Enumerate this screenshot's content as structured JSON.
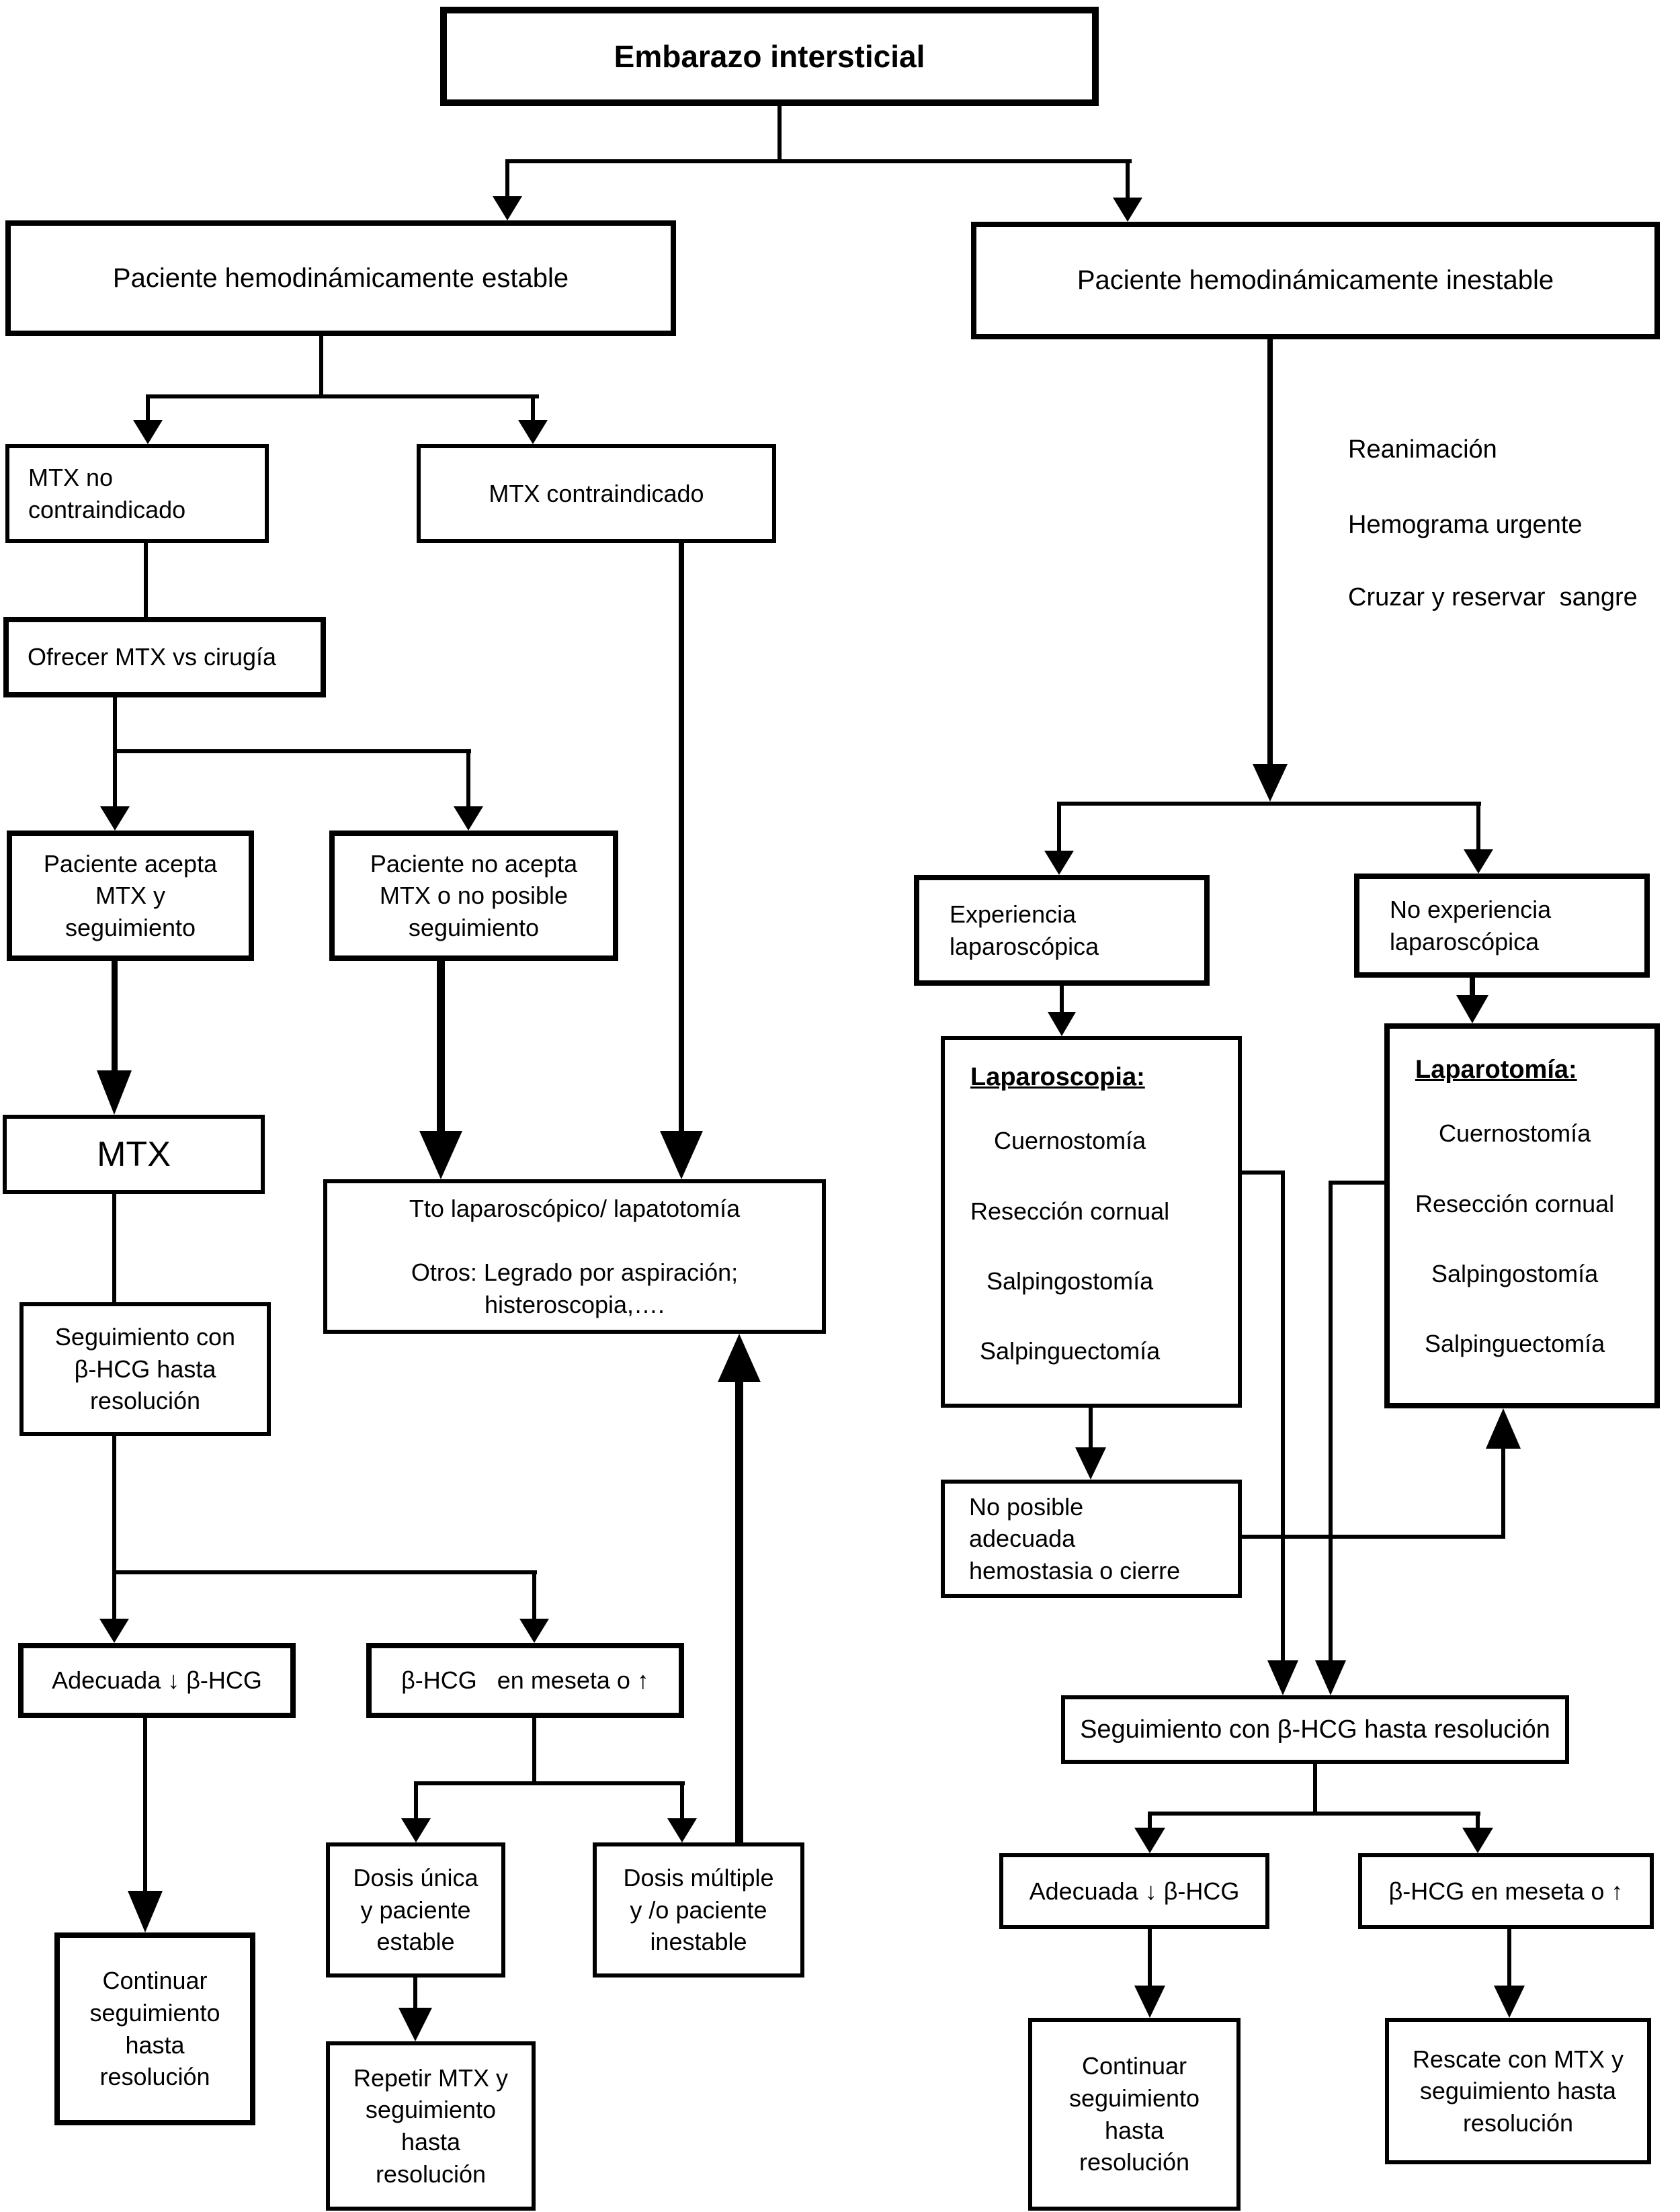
{
  "page": {
    "background": "#ffffff",
    "line_color": "#000000"
  },
  "title": {
    "label": "Embarazo intersticial"
  },
  "nodes": {
    "estable": {
      "label": "Paciente hemodinámicamente estable"
    },
    "inestable": {
      "label": "Paciente hemodinámicamente inestable"
    },
    "mtx_no_contraindicado": {
      "label": "MTX no\ncontraindicado"
    },
    "mtx_contraindicado": {
      "label": "MTX contraindicado"
    },
    "ofrecer": {
      "label": "Ofrecer MTX vs cirugía"
    },
    "acepta": {
      "label": "Paciente acepta\nMTX y\nseguimiento"
    },
    "no_acepta": {
      "label": "Paciente no acepta\nMTX o no posible\nseguimiento"
    },
    "mtx": {
      "label": "MTX"
    },
    "tto": {
      "label": "Tto laparoscópico/ lapatotomía\n\nOtros: Legrado por aspiración;\nhisteroscopia,…."
    },
    "seguimiento_izq": {
      "label": "Seguimiento con\nβ-HCG hasta\nresolución"
    },
    "adecuada_izq": {
      "label": "Adecuada ↓ β-HCG"
    },
    "meseta_izq": {
      "label": "β-HCG   en meseta o ↑"
    },
    "continuar_izq": {
      "label": "Continuar\nseguimiento\nhasta\nresolución"
    },
    "dosis_unica": {
      "label": "Dosis única\ny paciente\nestable"
    },
    "dosis_multiple": {
      "label": "Dosis múltiple\ny /o paciente\ninestable"
    },
    "repetir": {
      "label": "Repetir MTX y\nseguimiento\nhasta\nresolución"
    },
    "experiencia": {
      "label": "Experiencia\nlaparoscópica"
    },
    "no_experiencia": {
      "label": "No experiencia\nlaparoscópica"
    },
    "laparoscopia": {
      "title": "Laparoscopia:",
      "items": "Cuernostomía\n\nResección cornual\n\nSalpingostomía\n\nSalpinguectomía"
    },
    "laparotomia": {
      "title": "Laparotomía:",
      "items": "Cuernostomía\n\nResección cornual\n\nSalpingostomía\n\nSalpinguectomía"
    },
    "no_posible": {
      "label": "No posible\nadecuada\nhemostasia o cierre"
    },
    "seguimiento_der": {
      "label": "Seguimiento con β-HCG hasta resolución"
    },
    "adecuada_der": {
      "label": "Adecuada ↓ β-HCG"
    },
    "meseta_der": {
      "label": "β-HCG en meseta o ↑"
    },
    "continuar_der": {
      "label": "Continuar\nseguimiento\nhasta\nresolución"
    },
    "rescate": {
      "label": "Rescate con MTX y\nseguimiento hasta\nresolución"
    }
  },
  "side_notes": {
    "reanimacion": "Reanimación",
    "hemograma": "Hemograma urgente",
    "cruzar": "Cruzar y reservar  sangre"
  }
}
